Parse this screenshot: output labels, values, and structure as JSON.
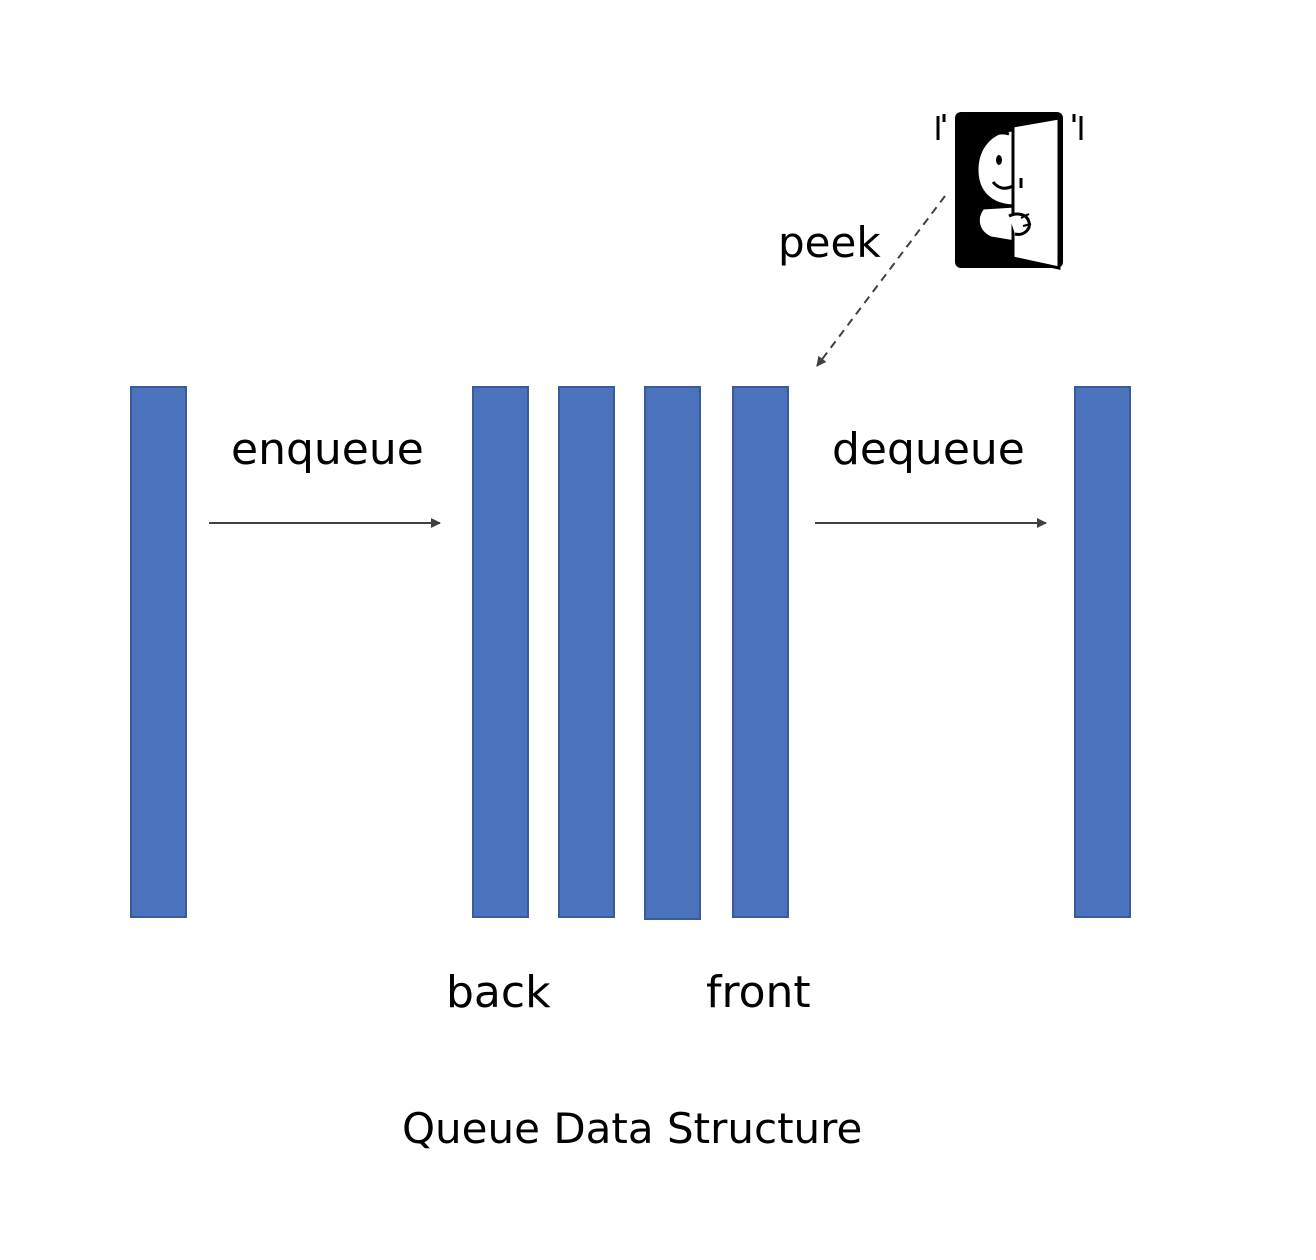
{
  "diagram": {
    "title": "Queue Data Structure",
    "labels": {
      "enqueue": "enqueue",
      "dequeue": "dequeue",
      "peek": "peek",
      "back": "back",
      "front": "front"
    },
    "colors": {
      "element_fill": "#4a72bd",
      "element_border": "#3a5a9a",
      "arrow": "#404040",
      "text": "#000000"
    },
    "icons": {
      "peek_icon": "person-peeking-through-door-icon"
    }
  }
}
